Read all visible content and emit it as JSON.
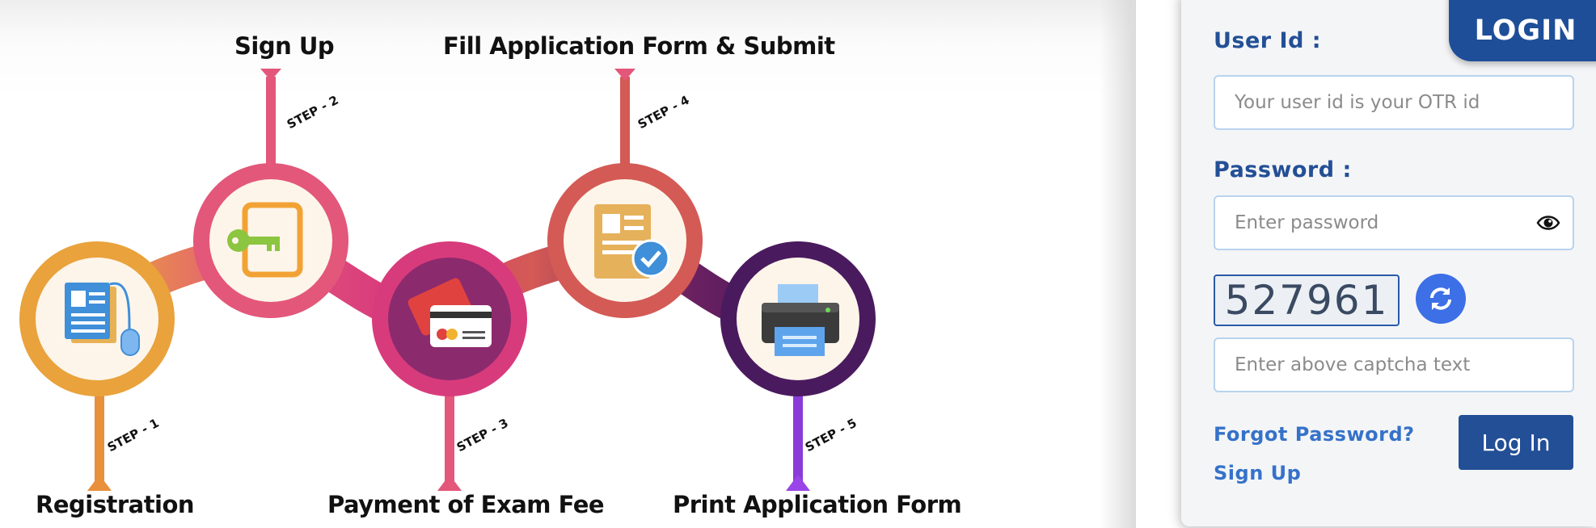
{
  "steps": [
    {
      "title": "Registration",
      "tag": "STEP - 1",
      "icon": "registration-form-icon",
      "ring_color": "#e9a23c"
    },
    {
      "title": "Sign Up",
      "tag": "STEP - 2",
      "icon": "key-icon",
      "ring_color": "#e3577a"
    },
    {
      "title": "Payment of Exam Fee",
      "tag": "STEP - 3",
      "icon": "credit-card-icon",
      "ring_color": "#d83b7c"
    },
    {
      "title": "Fill Application Form & Submit",
      "tag": "STEP - 4",
      "icon": "application-form-icon",
      "ring_color": "#d45a55"
    },
    {
      "title": "Print Application Form",
      "tag": "STEP - 5",
      "icon": "printer-icon",
      "ring_color": "#4a1a5e"
    }
  ],
  "login": {
    "badge": "LOGIN",
    "user_id_label": "User Id :",
    "user_id_placeholder": "Your user id is your OTR id",
    "password_label": "Password :",
    "password_placeholder": "Enter password",
    "captcha_value": "527961",
    "captcha_placeholder": "Enter above captcha text",
    "forgot_password": "Forgot Password?",
    "sign_up": "Sign Up",
    "login_button": "Log In",
    "accent_color": "#234f96"
  }
}
